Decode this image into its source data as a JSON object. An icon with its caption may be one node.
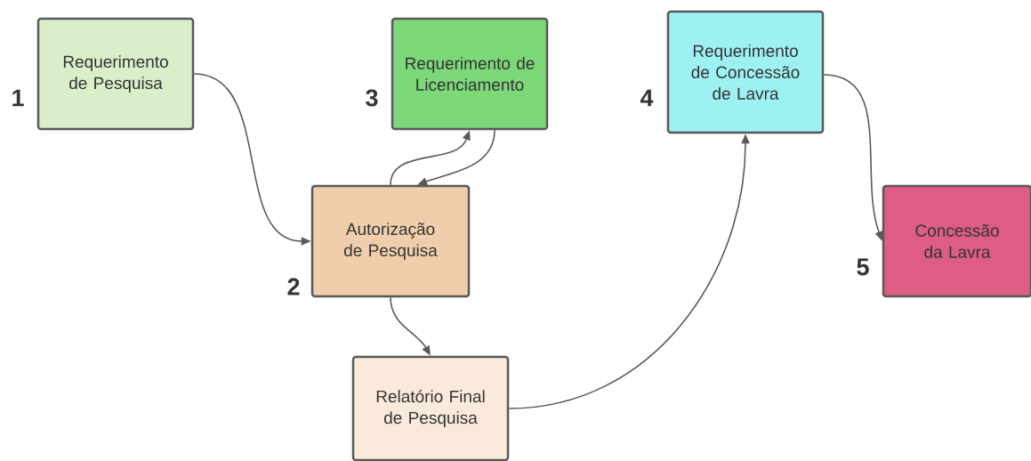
{
  "diagram": {
    "nodes": [
      {
        "text": [
          "Requerimento de Pesquisa"
        ],
        "beside": [
          "1"
        ]
      },
      {
        "text": [
          "Autorização de Pesquisa"
        ],
        "beside": [
          "2"
        ]
      },
      {
        "text": [
          "Requerimento de Licenciamento"
        ],
        "beside": [
          "3"
        ]
      },
      {
        "text": [
          "Relatório Final de Pesquisa"
        ]
      },
      {
        "text": [
          "Requerimento de Concessão de Lavra"
        ],
        "beside": [
          "4"
        ]
      },
      {
        "text": [
          "Concessão da Lavra"
        ],
        "beside": [
          "5"
        ]
      }
    ],
    "edges": [
      {
        "from": 0,
        "to": 1,
        "arrow": "to"
      },
      {
        "from": 1,
        "to": 2,
        "arrow": "to"
      },
      {
        "from": 2,
        "to": 1,
        "arrow": "to"
      },
      {
        "from": 1,
        "to": 3,
        "arrow": "to"
      },
      {
        "from": 3,
        "to": 4,
        "arrow": "to"
      },
      {
        "from": 4,
        "to": 5,
        "arrow": "to"
      }
    ]
  }
}
